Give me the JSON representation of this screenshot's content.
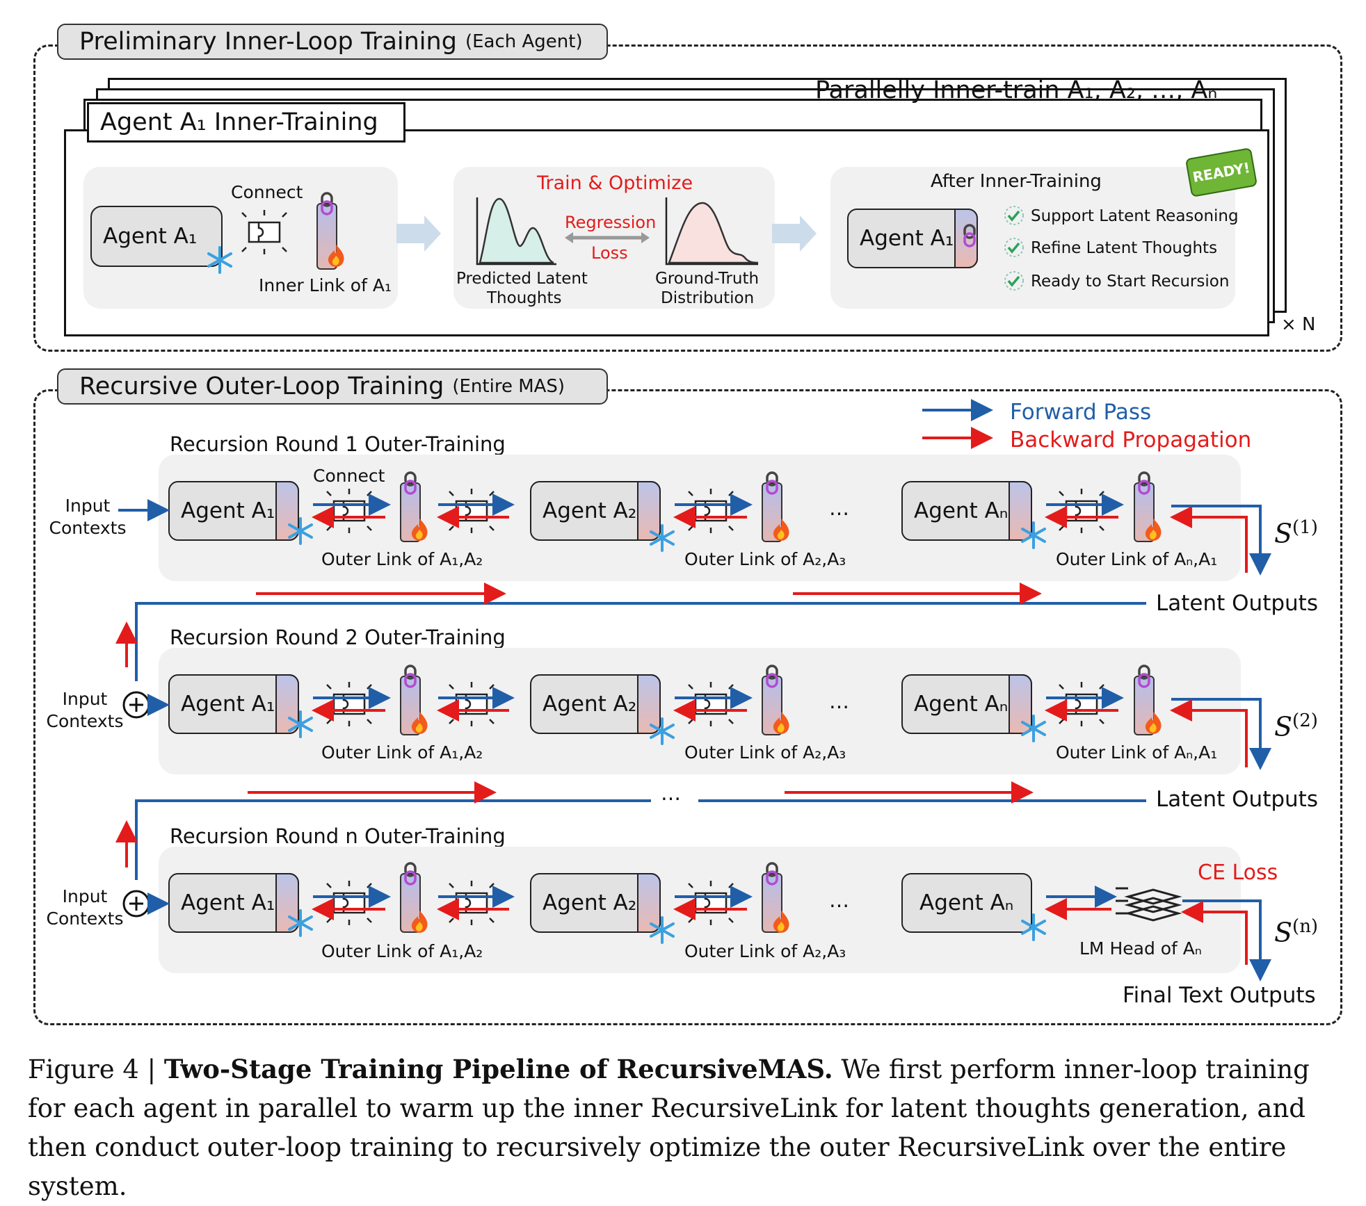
{
  "stage1": {
    "title": "Preliminary Inner-Loop Training",
    "title_suffix": "(Each Agent)",
    "parallel_text": "Parallelly Inner-train A₁, A₂, …, Aₙ",
    "card_title": "Agent A₁ Inner-Training",
    "times_n": "× N",
    "connect_label": "Connect",
    "agent_label": "Agent A₁",
    "inner_link_label": "Inner Link of A₁",
    "train_optimize": "Train & Optimize",
    "regression": "Regression",
    "loss": "Loss",
    "predicted": "Predicted Latent",
    "predicted2": "Thoughts",
    "ground_truth": "Ground-Truth",
    "ground_truth2": "Distribution",
    "after_title": "After Inner-Training",
    "after_agent": "Agent A₁",
    "ready_badge": "READY!",
    "checks": [
      "Support Latent Reasoning",
      "Refine Latent Thoughts",
      "Ready to Start Recursion"
    ]
  },
  "stage2": {
    "title": "Recursive Outer-Loop Training",
    "title_suffix": "(Entire MAS)",
    "legend_forward": "Forward Pass",
    "legend_backward": "Backward Propagation",
    "connect_label": "Connect",
    "input_contexts": "Input Contexts",
    "latent_outputs": "Latent Outputs",
    "final_outputs": "Final Text Outputs",
    "ce_loss": "CE Loss",
    "lm_head": "LM Head of Aₙ",
    "ellipsis": "…",
    "rounds": [
      {
        "title": "Recursion Round 1 Outer-Training",
        "s_label": "S",
        "s_sup": "(1)"
      },
      {
        "title": "Recursion Round 2 Outer-Training",
        "s_label": "S",
        "s_sup": "(2)"
      },
      {
        "title": "Recursion Round n Outer-Training",
        "s_label": "S",
        "s_sup": "(n)"
      }
    ],
    "agents": [
      "Agent A₁",
      "Agent A₂",
      "Agent Aₙ"
    ],
    "links": [
      "Outer Link of A₁,A₂",
      "Outer Link of A₂,A₃",
      "Outer Link of Aₙ,A₁"
    ]
  },
  "caption": {
    "prefix": "Figure 4 | ",
    "bold": "Two-Stage Training Pipeline of RecursiveMAS.",
    "text": " We first perform inner-loop training for each agent in parallel to warm up the inner RecursiveLink for latent thoughts generation, and then conduct outer-loop training to recursively optimize the outer RecursiveLink over the entire system."
  },
  "colors": {
    "forward": "#215ea8",
    "backward": "#e31b1b"
  }
}
